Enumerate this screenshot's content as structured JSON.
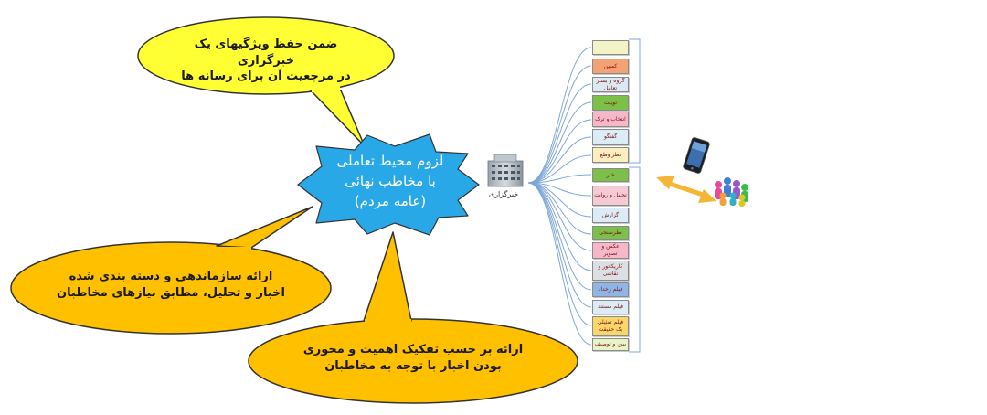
{
  "bubbles": {
    "top": "ضمن حفظ ویژگیهای یک خبرگزاری در مرجعیت آن برای رسانه ها",
    "top_line1": "ضمن حفظ ویژگیهای یک خبرگزاری",
    "top_line2": "در مرجعیت آن برای رسانه ها",
    "left_line1": "ارائه سازماندهی و دسته بندی شده",
    "left_line2": "اخبار و تحلیل، مطابق نیازهای مخاطبان",
    "bottom_line1": "ارائه بر حسب تفکیک اهمیت و محوری",
    "bottom_line2": "بودن اخبار با توجه به مخاطبان"
  },
  "center": {
    "line1": "لزوم محیط تعاملی",
    "line2": "با مخاطب نهائی",
    "line3": "(عامه مردم)"
  },
  "agency_label": "خبرگزاری",
  "boxes_group1": [
    {
      "label": "...",
      "color": "#f3f3c8"
    },
    {
      "label": "کمپین",
      "color": "#f4a273"
    },
    {
      "label": "گروه و بستر تعامل",
      "color": "#dce9f4"
    },
    {
      "label": "توییت",
      "color": "#7cc04a"
    },
    {
      "label": "انتخاب و ترک",
      "color": "#f6b8c8"
    },
    {
      "label": "گفتگو",
      "color": "#dcecf6"
    },
    {
      "label": "نظر وطع",
      "color": "#fbefc0"
    }
  ],
  "boxes_group2": [
    {
      "label": "خبر",
      "color": "#7cc04a"
    },
    {
      "label": "تحلیل و روایت",
      "color": "#f6cad4"
    },
    {
      "label": "گزارش",
      "color": "#dcecf6"
    },
    {
      "label": "نظرسنجی",
      "color": "#7cc04a"
    },
    {
      "label": "عکس و تصویر",
      "color": "#f6b8c8"
    },
    {
      "label": "کاریکاتور و نقاشی",
      "color": "#dce0e4"
    },
    {
      "label": "فیلم رخداد",
      "color": "#8fb4e6"
    },
    {
      "label": "فیلم مستند",
      "color": "#dcecf6"
    },
    {
      "label": "فیلم تمثیلی یک حقیقت",
      "color": "#f7d66a"
    },
    {
      "label": "بیبن و توصیف",
      "color": "#e9f3c8"
    }
  ],
  "colors": {
    "bubble_yellow": "#ffff33",
    "bubble_orange": "#ffc000",
    "center_blue": "#29a8e8",
    "connector_blue": "#7fa7d6",
    "arrow_orange": "#f5b535"
  },
  "icons": {
    "building": "building-icon",
    "phone": "smartphone-icon",
    "people": "people-group-icon"
  }
}
